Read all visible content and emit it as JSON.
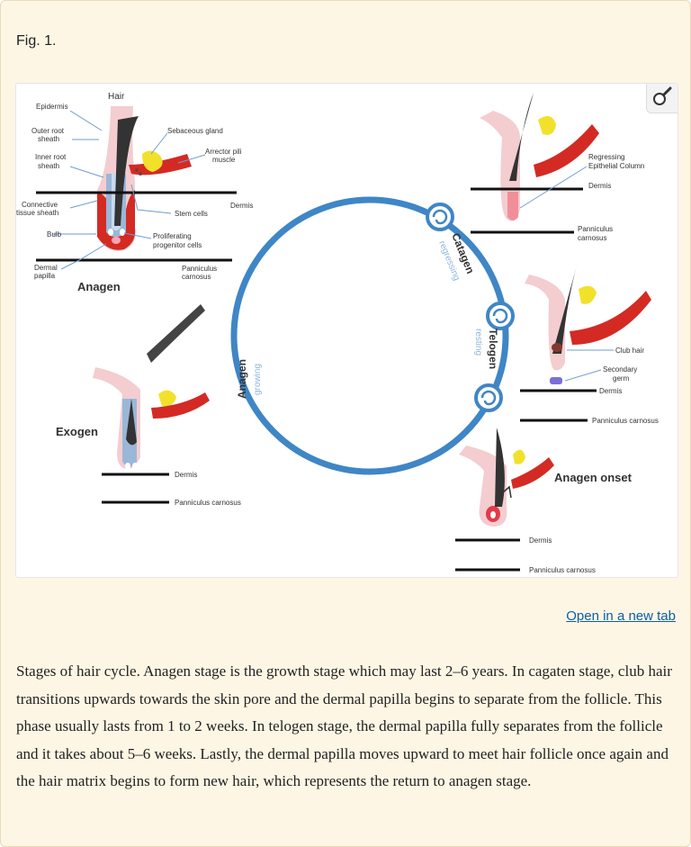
{
  "figure": {
    "label": "Fig. 1.",
    "open_link": "Open in a new tab",
    "caption": "Stages of hair cycle. Anagen stage is the growth stage which may last 2–6 years. In cagaten stage, club hair transitions upwards towards the skin pore and the dermal papilla begins to separate from the follicle. This phase usually lasts from 1 to 2 weeks. In telogen stage, the dermal papilla fully separates from the follicle and it takes about 5–6 weeks. Lastly, the dermal papilla moves upward to meet hair follicle once again and the hair matrix begins to form new hair, which represents the return to anagen stage."
  },
  "diagram": {
    "anagen": {
      "title": "Anagen",
      "labels": {
        "hair": "Hair",
        "epidermis": "Epidermis",
        "outer_root_sheath_1": "Outer root",
        "outer_root_sheath_2": "sheath",
        "inner_root_sheath_1": "Inner root",
        "inner_root_sheath_2": "sheath",
        "connective_1": "Connective",
        "connective_2": "tissue sheath",
        "bulb": "Bulb",
        "dermal_papilla_1": "Dermal",
        "dermal_papilla_2": "papilla",
        "sebaceous": "Sebaceous gland",
        "arrector_1": "Arrector pili",
        "arrector_2": "muscle",
        "stem": "Stem cells",
        "dermis": "Dermis",
        "proliferating_1": "Proliferating",
        "proliferating_2": "progenitor cells",
        "panniculus_1": "Panniculus",
        "panniculus_2": "carnosus"
      }
    },
    "catagen": {
      "regressing_1": "Regressing",
      "regressing_2": "Epithelial Column",
      "dermis": "Dermis",
      "panniculus_1": "Panniculus",
      "panniculus_2": "carnosus"
    },
    "telogen": {
      "club_hair": "Club hair",
      "secondary_1": "Secondary",
      "secondary_2": "germ",
      "dermis": "Dermis",
      "panniculus": "Panniculus carnosus"
    },
    "anagen_onset": {
      "title": "Anagen onset",
      "dermis": "Dermis",
      "panniculus": "Panniculus carnosus"
    },
    "exogen": {
      "title": "Exogen",
      "dermis": "Dermis",
      "panniculus": "Panniculus carnosus"
    },
    "cycle": {
      "catagen": "Catagen",
      "catagen_sub": "regressing",
      "telogen": "Telogen",
      "telogen_sub": "resting",
      "anagen": "Anagen",
      "anagen_sub": "growing"
    }
  },
  "colors": {
    "cycle_blue": "#3f86c6",
    "follicle_pink": "#f2c9cc",
    "muscle_red": "#d42a24",
    "gland_yellow": "#f2e12b",
    "link_blue": "#0b5ea8"
  },
  "icons": {
    "zoom": "magnifier-icon"
  }
}
